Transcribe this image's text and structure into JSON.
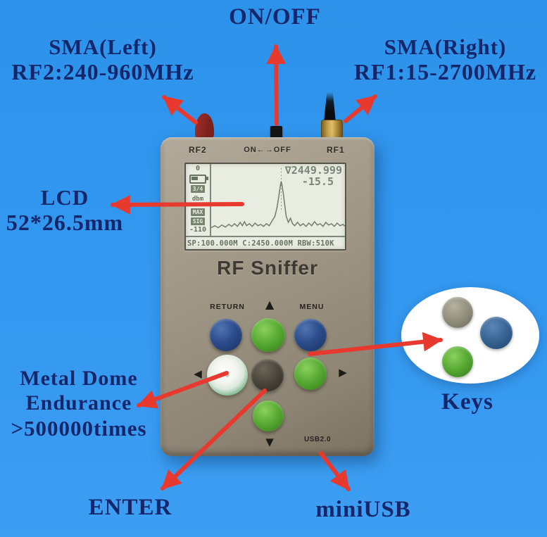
{
  "colors": {
    "background": "#3398f0",
    "arrow_red": "#e8392e",
    "label_navy": "#15266b",
    "case_gray": "#9b9282",
    "lcd_background": "#e9ece0",
    "lcd_ink": "#66735f",
    "button_blue": "#2c4c8c",
    "button_green": "#55a832",
    "button_dark": "#454137"
  },
  "annotations": {
    "on_off": "ON/OFF",
    "sma_left_title": "SMA(Left)",
    "sma_left_range": "RF2:240-960MHz",
    "sma_right_title": "SMA(Right)",
    "sma_right_range": "RF1:15-2700MHz",
    "lcd_title": "LCD",
    "lcd_size": "52*26.5mm",
    "dome_line1": "Metal Dome",
    "dome_line2": "Endurance",
    "dome_line3": ">500000times",
    "enter": "ENTER",
    "mini_usb": "miniUSB",
    "keys": "Keys"
  },
  "device": {
    "title": "RF Sniffer",
    "port_rf2": "RF2",
    "port_power": "ON←→OFF",
    "port_rf1": "RF1",
    "btn_return": "RETURN",
    "btn_menu": "MENU",
    "glyph_up": "▲",
    "glyph_down": "▼",
    "glyph_left": "◀",
    "glyph_right": "▶",
    "usb_label": "USB2.0",
    "lcd": {
      "marker": "∇",
      "frequency": "2449.999",
      "level": "-15.5",
      "status": "SP:100.000M C:2450.000M RBW:510K",
      "side_items": [
        "0",
        "3/4",
        "dbm",
        "MAX",
        "SIG",
        "-110"
      ]
    }
  }
}
